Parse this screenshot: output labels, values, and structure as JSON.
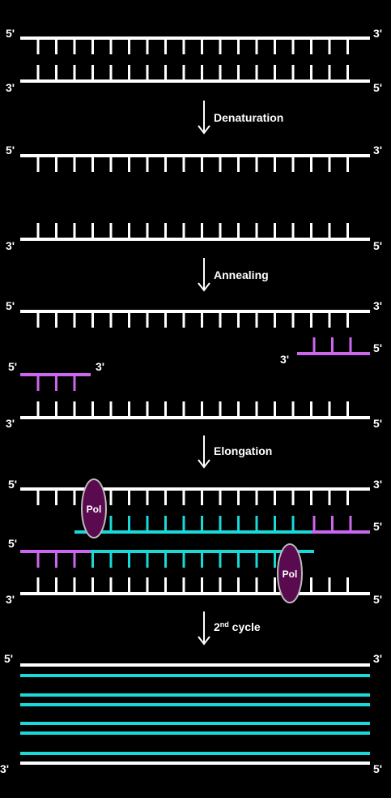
{
  "colors": {
    "background": "#000000",
    "template": "#ffffff",
    "primer": "#cc66ee",
    "new_strand": "#19d9d9",
    "polymerase_fill": "#5a0a4e",
    "polymerase_stroke": "#bbbbbb"
  },
  "ends": {
    "five": "5'",
    "three": "3'"
  },
  "steps": {
    "denaturation": "Denaturation",
    "annealing": "Annealing",
    "elongation": "Elongation",
    "second_cycle_num": "2",
    "second_cycle_sup": "nd",
    "second_cycle_word": " cycle"
  },
  "polymerase": {
    "label": "Pol",
    "icon": "polymerase-ellipse"
  },
  "arrow_icon": "down-arrow"
}
